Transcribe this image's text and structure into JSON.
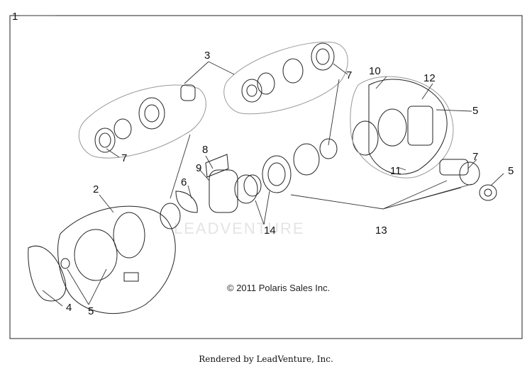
{
  "callouts": {
    "c1": "1",
    "c2": "2",
    "c3": "3",
    "c4": "4",
    "c5a": "5",
    "c5b": "5",
    "c5c": "5",
    "c6": "6",
    "c7a": "7",
    "c7b": "7",
    "c7c": "7",
    "c8": "8",
    "c9": "9",
    "c10": "10",
    "c11": "11",
    "c12": "12",
    "c13": "13",
    "c14": "14"
  },
  "copyright": "© 2011 Polaris Sales Inc.",
  "watermark": "LEADVENTURE",
  "footer": "Rendered by LeadVenture, Inc."
}
